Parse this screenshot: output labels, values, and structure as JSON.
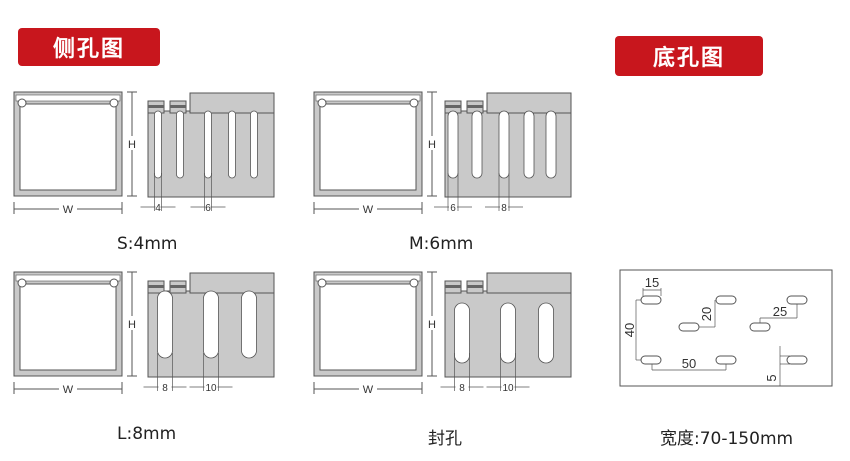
{
  "side_header": "侧孔图",
  "bottom_header": "底孔图",
  "labels": {
    "w": "W",
    "h": "H"
  },
  "colors": {
    "accent": "#c8161d",
    "panel": "#c9c9c9",
    "line": "#555555"
  },
  "variants": [
    {
      "name": "S:4mm",
      "dim_a": "4",
      "dim_b": "6"
    },
    {
      "name": "M:6mm",
      "dim_a": "6",
      "dim_b": "8"
    },
    {
      "name": "L:8mm",
      "dim_a": "8",
      "dim_b": "10"
    },
    {
      "name": "封孔",
      "dim_a": "8",
      "dim_b": "10"
    }
  ],
  "bottom_dims": [
    "15",
    "40",
    "20",
    "25",
    "50",
    "5"
  ],
  "width_caption": "宽度:70-150mm"
}
